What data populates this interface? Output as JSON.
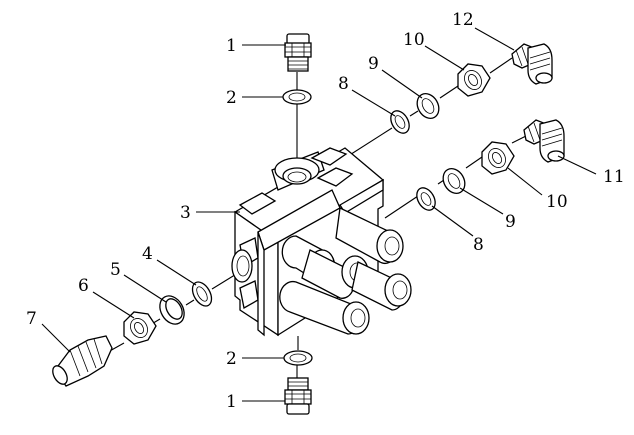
{
  "callouts": [
    {
      "id": "c1-top",
      "text": "1"
    },
    {
      "id": "c2-top",
      "text": "2"
    },
    {
      "id": "c3",
      "text": "3"
    },
    {
      "id": "c4",
      "text": "4"
    },
    {
      "id": "c5",
      "text": "5"
    },
    {
      "id": "c6",
      "text": "6"
    },
    {
      "id": "c7",
      "text": "7"
    },
    {
      "id": "c8-top",
      "text": "8"
    },
    {
      "id": "c9-top",
      "text": "9"
    },
    {
      "id": "c10-top",
      "text": "10"
    },
    {
      "id": "c12",
      "text": "12"
    },
    {
      "id": "c11",
      "text": "11"
    },
    {
      "id": "c10-bot",
      "text": "10"
    },
    {
      "id": "c9-bot",
      "text": "9"
    },
    {
      "id": "c8-bot",
      "text": "8"
    },
    {
      "id": "c2-bot",
      "text": "2"
    },
    {
      "id": "c1-bot",
      "text": "1"
    }
  ]
}
